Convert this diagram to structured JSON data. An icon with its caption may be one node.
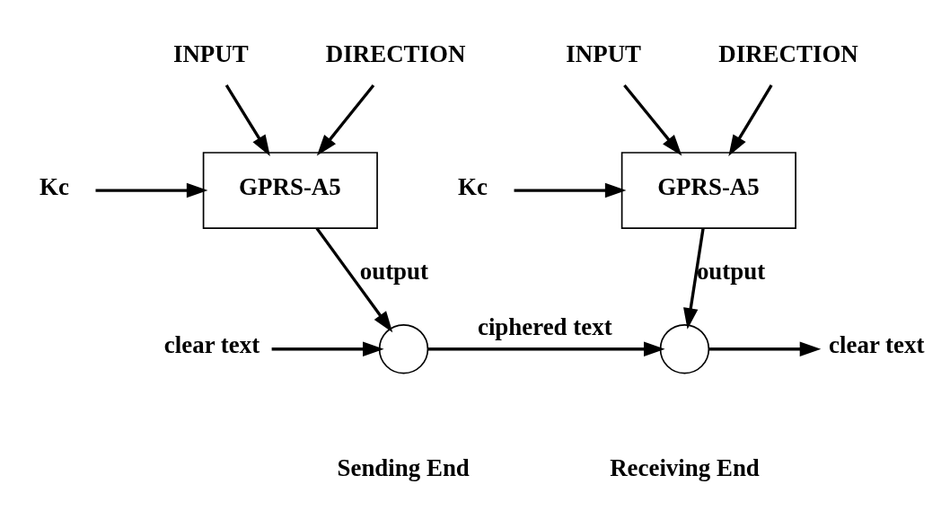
{
  "diagram": {
    "nodes": [
      {
        "text": [
          "INPUT"
        ]
      },
      {
        "text": [
          "DIRECTION"
        ]
      },
      {
        "text": [
          "Kc"
        ]
      },
      {
        "text": [
          "GPRS-A5"
        ]
      },
      {
        "text": [],
        "shape": "circle",
        "beside": [
          "Sending End"
        ]
      },
      {
        "text": [
          "clear text"
        ]
      },
      {
        "text": [
          "INPUT"
        ]
      },
      {
        "text": [
          "DIRECTION"
        ]
      },
      {
        "text": [
          "Kc"
        ]
      },
      {
        "text": [
          "GPRS-A5"
        ]
      },
      {
        "text": [],
        "shape": "circle",
        "beside": [
          "Receiving End"
        ]
      },
      {
        "text": [
          "clear text"
        ]
      }
    ],
    "edges": [
      {
        "from": 0,
        "to": 3,
        "arrow": "to"
      },
      {
        "from": 1,
        "to": 3,
        "arrow": "to"
      },
      {
        "from": 2,
        "to": 3,
        "arrow": "to"
      },
      {
        "from": 3,
        "to": 4,
        "arrow": "to",
        "label": "output"
      },
      {
        "from": 5,
        "to": 4,
        "arrow": "to"
      },
      {
        "from": 4,
        "to": 10,
        "arrow": "to",
        "label": "ciphered text"
      },
      {
        "from": 6,
        "to": 9,
        "arrow": "to"
      },
      {
        "from": 7,
        "to": 9,
        "arrow": "to"
      },
      {
        "from": 8,
        "to": 9,
        "arrow": "to"
      },
      {
        "from": 9,
        "to": 10,
        "arrow": "to",
        "label": "output"
      },
      {
        "from": 10,
        "to": 11,
        "arrow": "to"
      }
    ]
  }
}
